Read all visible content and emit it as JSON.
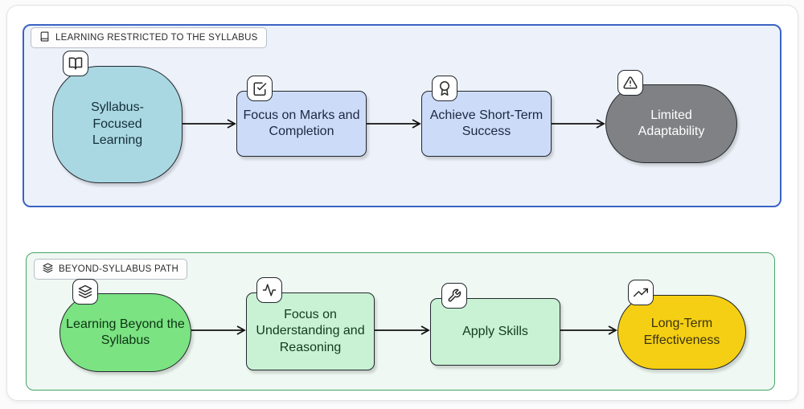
{
  "diagram": {
    "type": "flowchart",
    "direction": "left-to-right",
    "colors": {
      "restricted_border": "#3b63c4",
      "restricted_fill": "#edf2fa",
      "beyond_border": "#47a56a",
      "beyond_fill": "#eff8f2",
      "node_teal": "#aad8e2",
      "node_blue": "#ccdcf8",
      "node_gray": "#808184",
      "node_green": "#7be382",
      "node_pale_green": "#c9f2d4",
      "node_yellow": "#f5cf13",
      "edge": "#111111"
    }
  },
  "sections": [
    {
      "title": "LEARNING RESTRICTED TO THE SYLLABUS",
      "title_icon": "book-icon",
      "nodes": [
        {
          "text": "Syllabus-Focused Learning",
          "icon": "book-open-icon",
          "shape": "blob"
        },
        {
          "text": "Focus on Marks and Completion",
          "icon": "check-square-icon",
          "shape": "rect"
        },
        {
          "text": "Achieve Short-Term Success",
          "icon": "award-icon",
          "shape": "rect"
        },
        {
          "text": "Limited Adaptability",
          "icon": "alert-triangle-icon",
          "shape": "stadium"
        }
      ]
    },
    {
      "title": "BEYOND-SYLLABUS PATH",
      "title_icon": "layers-icon",
      "nodes": [
        {
          "text": "Learning Beyond the Syllabus",
          "icon": "layers-icon",
          "shape": "stadium"
        },
        {
          "text": "Focus on Understanding and Reasoning",
          "icon": "activity-icon",
          "shape": "rect"
        },
        {
          "text": "Apply Skills",
          "icon": "wrench-icon",
          "shape": "rect"
        },
        {
          "text": "Long-Term Effectiveness",
          "icon": "trending-up-icon",
          "shape": "stadium"
        }
      ]
    }
  ],
  "edges": [
    {
      "from": "Syllabus-Focused Learning",
      "to": "Focus on Marks and Completion"
    },
    {
      "from": "Focus on Marks and Completion",
      "to": "Achieve Short-Term Success"
    },
    {
      "from": "Achieve Short-Term Success",
      "to": "Limited Adaptability"
    },
    {
      "from": "Learning Beyond the Syllabus",
      "to": "Focus on Understanding and Reasoning"
    },
    {
      "from": "Focus on Understanding and Reasoning",
      "to": "Apply Skills"
    },
    {
      "from": "Apply Skills",
      "to": "Long-Term Effectiveness"
    }
  ]
}
